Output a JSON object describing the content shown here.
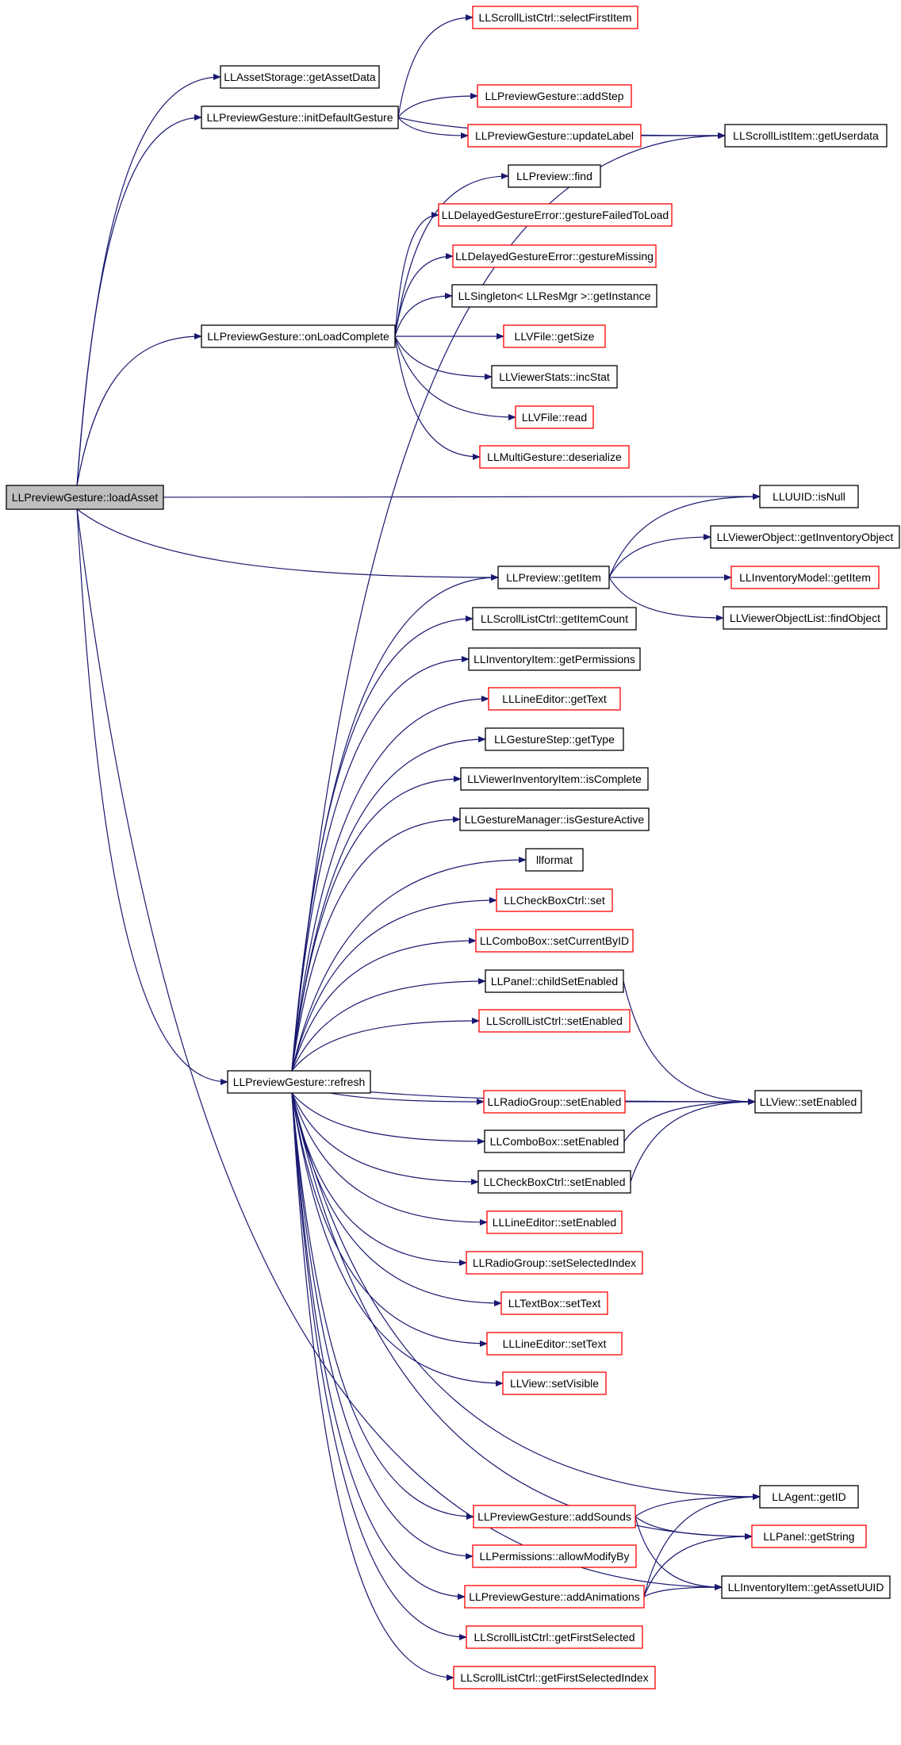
{
  "graph": {
    "colors": {
      "edge": "#191970",
      "border_normal": "#000000",
      "border_truncated": "#ff0000",
      "root_fill": "#bfbfbf",
      "node_fill": "#ffffff"
    },
    "nodes": [
      {
        "id": "root",
        "label": "LLPreviewGesture::loadAsset",
        "kind": "root"
      },
      {
        "id": "getAssetData",
        "label": "LLAssetStorage::getAssetData",
        "kind": "normal"
      },
      {
        "id": "initDefaultGesture",
        "label": "LLPreviewGesture::initDefaultGesture",
        "kind": "normal"
      },
      {
        "id": "onLoadComplete",
        "label": "LLPreviewGesture::onLoadComplete",
        "kind": "normal"
      },
      {
        "id": "isNull",
        "label": "LLUUID::isNull",
        "kind": "normal"
      },
      {
        "id": "preview_getItem",
        "label": "LLPreview::getItem",
        "kind": "normal"
      },
      {
        "id": "refresh",
        "label": "LLPreviewGesture::refresh",
        "kind": "normal"
      },
      {
        "id": "getInventoryItem",
        "label": "LLInventoryItem::getAssetUUID",
        "kind": "normal"
      },
      {
        "id": "selectFirstItem",
        "label": "LLScrollListCtrl::selectFirstItem",
        "kind": "truncated"
      },
      {
        "id": "addStep",
        "label": "LLPreviewGesture::addStep",
        "kind": "truncated"
      },
      {
        "id": "updateLabel",
        "label": "LLPreviewGesture::updateLabel",
        "kind": "truncated"
      },
      {
        "id": "getUserdata",
        "label": "LLScrollListItem::getUserdata",
        "kind": "normal"
      },
      {
        "id": "preview_find",
        "label": "LLPreview::find",
        "kind": "normal"
      },
      {
        "id": "gestureFailedToLoad",
        "label": "LLDelayedGestureError::gestureFailedToLoad",
        "kind": "truncated"
      },
      {
        "id": "gestureMissing",
        "label": "LLDelayedGestureError::gestureMissing",
        "kind": "truncated"
      },
      {
        "id": "getInstance",
        "label": "LLSingleton< LLResMgr >::getInstance",
        "kind": "normal"
      },
      {
        "id": "vfile_getSize",
        "label": "LLVFile::getSize",
        "kind": "truncated"
      },
      {
        "id": "incStat",
        "label": "LLViewerStats::incStat",
        "kind": "normal"
      },
      {
        "id": "vfile_read",
        "label": "LLVFile::read",
        "kind": "truncated"
      },
      {
        "id": "deserialize",
        "label": "LLMultiGesture::deserialize",
        "kind": "truncated"
      },
      {
        "id": "getInventoryObject",
        "label": "LLViewerObject::getInventoryObject",
        "kind": "normal"
      },
      {
        "id": "model_getItem",
        "label": "LLInventoryModel::getItem",
        "kind": "truncated"
      },
      {
        "id": "findObject",
        "label": "LLViewerObjectList::findObject",
        "kind": "normal"
      },
      {
        "id": "getItemCount",
        "label": "LLScrollListCtrl::getItemCount",
        "kind": "normal"
      },
      {
        "id": "getPermissions",
        "label": "LLInventoryItem::getPermissions",
        "kind": "normal"
      },
      {
        "id": "lineeditor_getText",
        "label": "LLLineEditor::getText",
        "kind": "truncated"
      },
      {
        "id": "getType",
        "label": "LLGestureStep::getType",
        "kind": "normal"
      },
      {
        "id": "isComplete",
        "label": "LLViewerInventoryItem::isComplete",
        "kind": "normal"
      },
      {
        "id": "isGestureActive",
        "label": "LLGestureManager::isGestureActive",
        "kind": "normal"
      },
      {
        "id": "llformat",
        "label": "llformat",
        "kind": "normal"
      },
      {
        "id": "checkbox_set",
        "label": "LLCheckBoxCtrl::set",
        "kind": "truncated"
      },
      {
        "id": "setCurrentByID",
        "label": "LLComboBox::setCurrentByID",
        "kind": "truncated"
      },
      {
        "id": "childSetEnabled",
        "label": "LLPanel::childSetEnabled",
        "kind": "normal"
      },
      {
        "id": "scroll_setEnabled",
        "label": "LLScrollListCtrl::setEnabled",
        "kind": "truncated"
      },
      {
        "id": "radio_setEnabled",
        "label": "LLRadioGroup::setEnabled",
        "kind": "truncated"
      },
      {
        "id": "view_setEnabled",
        "label": "LLView::setEnabled",
        "kind": "normal"
      },
      {
        "id": "combo_setEnabled",
        "label": "LLComboBox::setEnabled",
        "kind": "normal"
      },
      {
        "id": "checkbox_setEnabled",
        "label": "LLCheckBoxCtrl::setEnabled",
        "kind": "normal"
      },
      {
        "id": "lineeditor_setEnabled",
        "label": "LLLineEditor::setEnabled",
        "kind": "truncated"
      },
      {
        "id": "setSelectedIndex",
        "label": "LLRadioGroup::setSelectedIndex",
        "kind": "truncated"
      },
      {
        "id": "textbox_setText",
        "label": "LLTextBox::setText",
        "kind": "truncated"
      },
      {
        "id": "lineeditor_setText",
        "label": "LLLineEditor::setText",
        "kind": "truncated"
      },
      {
        "id": "setVisible",
        "label": "LLView::setVisible",
        "kind": "truncated"
      },
      {
        "id": "agent_getID",
        "label": "LLAgent::getID",
        "kind": "normal"
      },
      {
        "id": "addSounds",
        "label": "LLPreviewGesture::addSounds",
        "kind": "truncated"
      },
      {
        "id": "panel_getString",
        "label": "LLPanel::getString",
        "kind": "truncated"
      },
      {
        "id": "allowModifyBy",
        "label": "LLPermissions::allowModifyBy",
        "kind": "truncated"
      },
      {
        "id": "addAnimations",
        "label": "LLPreviewGesture::addAnimations",
        "kind": "truncated"
      },
      {
        "id": "getFirstSelected",
        "label": "LLScrollListCtrl::getFirstSelected",
        "kind": "truncated"
      },
      {
        "id": "getFirstSelectedIndex",
        "label": "LLScrollListCtrl::getFirstSelectedIndex",
        "kind": "truncated"
      }
    ],
    "edges": [
      [
        "root",
        "getAssetData"
      ],
      [
        "root",
        "initDefaultGesture"
      ],
      [
        "root",
        "onLoadComplete"
      ],
      [
        "root",
        "isNull"
      ],
      [
        "root",
        "preview_getItem"
      ],
      [
        "root",
        "refresh"
      ],
      [
        "root",
        "getInventoryItem"
      ],
      [
        "initDefaultGesture",
        "selectFirstItem"
      ],
      [
        "initDefaultGesture",
        "getUserdata"
      ],
      [
        "initDefaultGesture",
        "addStep"
      ],
      [
        "initDefaultGesture",
        "updateLabel"
      ],
      [
        "updateLabel",
        "getUserdata"
      ],
      [
        "onLoadComplete",
        "preview_find"
      ],
      [
        "onLoadComplete",
        "gestureFailedToLoad"
      ],
      [
        "onLoadComplete",
        "gestureMissing"
      ],
      [
        "onLoadComplete",
        "getInstance"
      ],
      [
        "onLoadComplete",
        "vfile_getSize"
      ],
      [
        "onLoadComplete",
        "incStat"
      ],
      [
        "onLoadComplete",
        "vfile_read"
      ],
      [
        "onLoadComplete",
        "deserialize"
      ],
      [
        "preview_getItem",
        "isNull"
      ],
      [
        "preview_getItem",
        "getInventoryObject"
      ],
      [
        "preview_getItem",
        "model_getItem"
      ],
      [
        "preview_getItem",
        "findObject"
      ],
      [
        "refresh",
        "getUserdata"
      ],
      [
        "refresh",
        "preview_getItem"
      ],
      [
        "refresh",
        "getItemCount"
      ],
      [
        "refresh",
        "getPermissions"
      ],
      [
        "refresh",
        "lineeditor_getText"
      ],
      [
        "refresh",
        "getType"
      ],
      [
        "refresh",
        "isComplete"
      ],
      [
        "refresh",
        "isGestureActive"
      ],
      [
        "refresh",
        "llformat"
      ],
      [
        "refresh",
        "checkbox_set"
      ],
      [
        "refresh",
        "setCurrentByID"
      ],
      [
        "refresh",
        "childSetEnabled"
      ],
      [
        "refresh",
        "scroll_setEnabled"
      ],
      [
        "refresh",
        "view_setEnabled"
      ],
      [
        "refresh",
        "radio_setEnabled"
      ],
      [
        "refresh",
        "combo_setEnabled"
      ],
      [
        "refresh",
        "checkbox_setEnabled"
      ],
      [
        "refresh",
        "lineeditor_setEnabled"
      ],
      [
        "refresh",
        "setSelectedIndex"
      ],
      [
        "refresh",
        "textbox_setText"
      ],
      [
        "refresh",
        "lineeditor_setText"
      ],
      [
        "refresh",
        "setVisible"
      ],
      [
        "refresh",
        "agent_getID"
      ],
      [
        "refresh",
        "panel_getString"
      ],
      [
        "refresh",
        "addSounds"
      ],
      [
        "refresh",
        "allowModifyBy"
      ],
      [
        "refresh",
        "addAnimations"
      ],
      [
        "refresh",
        "getFirstSelected"
      ],
      [
        "refresh",
        "getFirstSelectedIndex"
      ],
      [
        "childSetEnabled",
        "view_setEnabled"
      ],
      [
        "radio_setEnabled",
        "view_setEnabled"
      ],
      [
        "combo_setEnabled",
        "view_setEnabled"
      ],
      [
        "checkbox_setEnabled",
        "view_setEnabled"
      ],
      [
        "addSounds",
        "agent_getID"
      ],
      [
        "addSounds",
        "panel_getString"
      ],
      [
        "addSounds",
        "getInventoryItem"
      ],
      [
        "addAnimations",
        "agent_getID"
      ],
      [
        "addAnimations",
        "panel_getString"
      ],
      [
        "addAnimations",
        "getInventoryItem"
      ]
    ]
  }
}
